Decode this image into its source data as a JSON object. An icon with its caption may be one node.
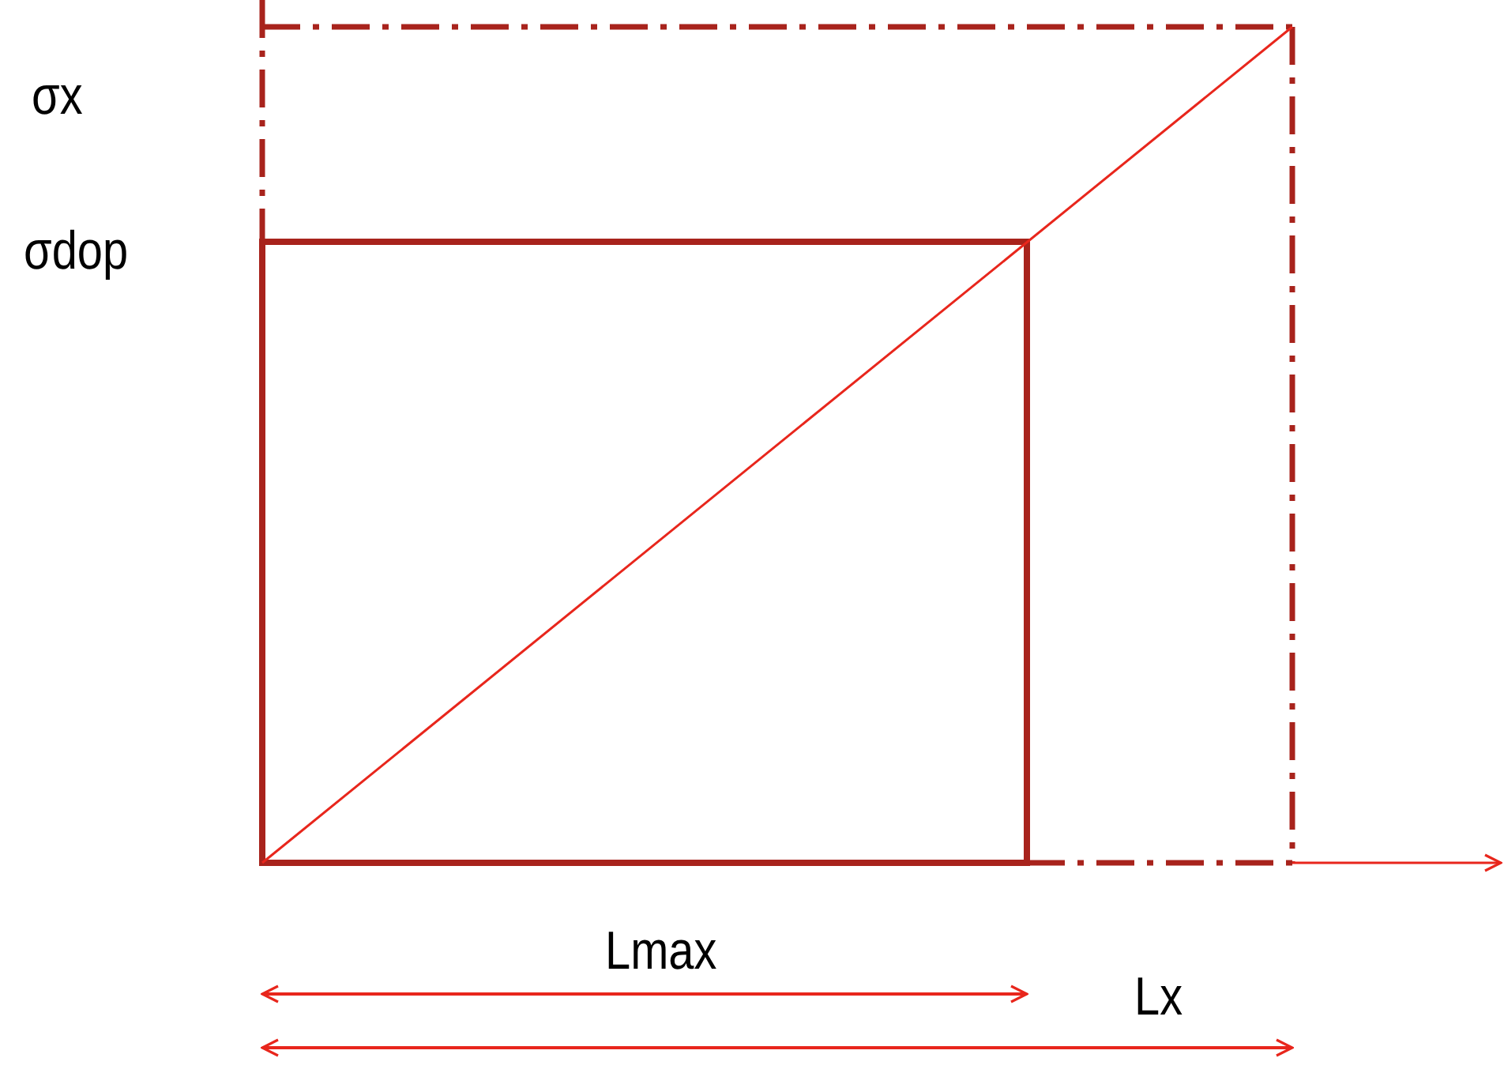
{
  "diagram": {
    "labels": [
      "σx",
      "σdop",
      "Lmax",
      "Lx"
    ]
  }
}
